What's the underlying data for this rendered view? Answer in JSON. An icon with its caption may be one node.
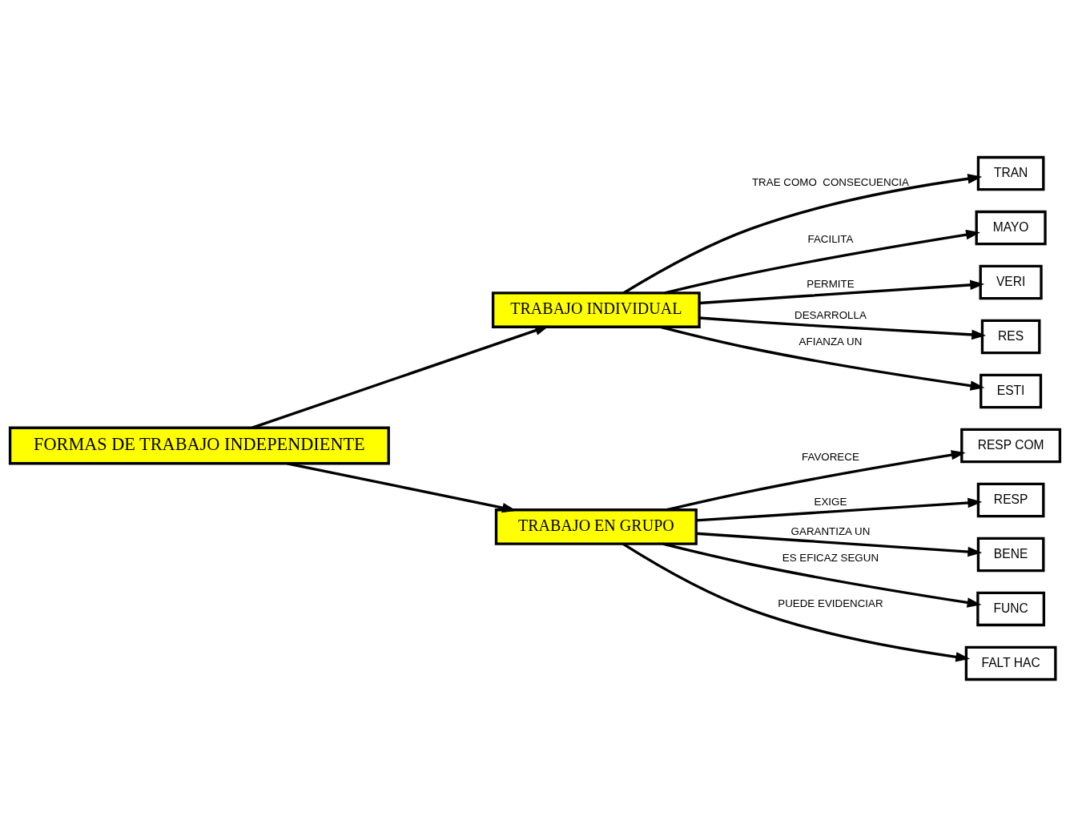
{
  "diagram": {
    "nodes": [
      {
        "text": [
          "FORMAS DE TRABAJO INDEPENDIENTE"
        ]
      },
      {
        "text": [
          "TRABAJO INDIVIDUAL"
        ]
      },
      {
        "text": [
          "TRABAJO EN GRUPO"
        ]
      },
      {
        "text": [
          "TRAN"
        ]
      },
      {
        "text": [
          "MAYO"
        ]
      },
      {
        "text": [
          "VERI"
        ]
      },
      {
        "text": [
          "RES"
        ]
      },
      {
        "text": [
          "ESTI"
        ]
      },
      {
        "text": [
          "RESP COM"
        ]
      },
      {
        "text": [
          "RESP"
        ]
      },
      {
        "text": [
          "BENE"
        ]
      },
      {
        "text": [
          "FUNC"
        ]
      },
      {
        "text": [
          "FALT HAC"
        ]
      }
    ],
    "edges": [
      {
        "from": 0,
        "to": 1,
        "arrow": "to"
      },
      {
        "from": 0,
        "to": 2,
        "arrow": "to"
      },
      {
        "from": 1,
        "to": 3,
        "arrow": "to",
        "label": "TRAE COMO  CONSECUENCIA"
      },
      {
        "from": 1,
        "to": 4,
        "arrow": "to",
        "label": "FACILITA"
      },
      {
        "from": 1,
        "to": 5,
        "arrow": "to",
        "label": "PERMITE"
      },
      {
        "from": 1,
        "to": 6,
        "arrow": "to",
        "label": "DESARROLLA"
      },
      {
        "from": 1,
        "to": 7,
        "arrow": "to",
        "label": "AFIANZA UN"
      },
      {
        "from": 2,
        "to": 8,
        "arrow": "to",
        "label": "FAVORECE"
      },
      {
        "from": 2,
        "to": 9,
        "arrow": "to",
        "label": "EXIGE"
      },
      {
        "from": 2,
        "to": 10,
        "arrow": "to",
        "label": "GARANTIZA UN"
      },
      {
        "from": 2,
        "to": 11,
        "arrow": "to",
        "label": "ES EFICAZ SEGUN"
      },
      {
        "from": 2,
        "to": 12,
        "arrow": "to",
        "label": "PUEDE EVIDENCIAR"
      }
    ]
  }
}
